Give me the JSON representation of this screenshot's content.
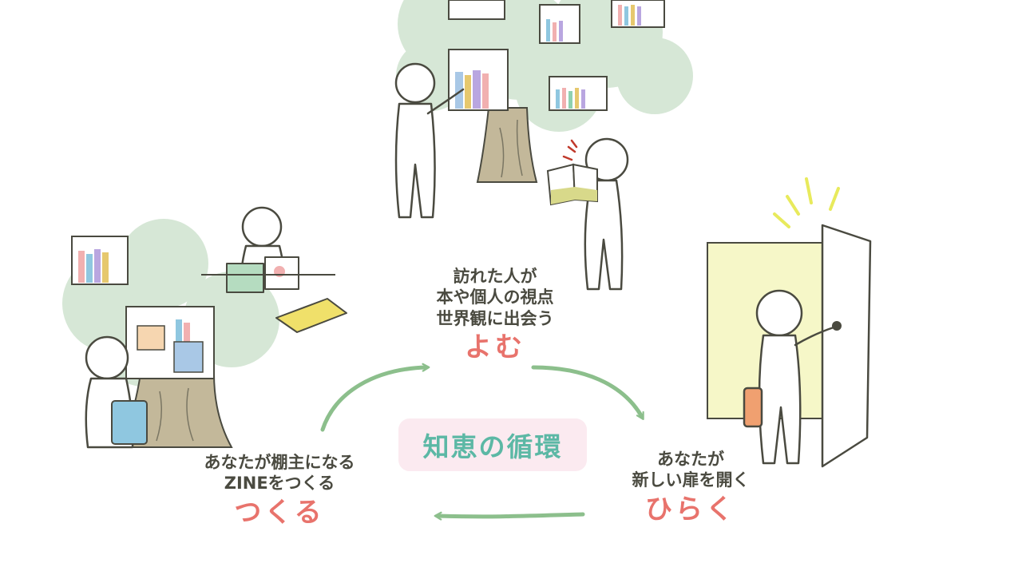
{
  "colors": {
    "ink": "#4a4a40",
    "verb_accent": "#e8736c",
    "cycle_arrow": "#8cbf8c",
    "foliage": "#cfe3cf",
    "trunk": "#c3b89a",
    "door_glow": "#f6f7c8",
    "badge_background": "#fbeaf0",
    "badge_text": "#5cb8a5",
    "spark": "#e8ea5c"
  },
  "icons": [
    "tree-bookshelf-icon",
    "person-icon",
    "open-book-icon",
    "door-icon",
    "cycle-arrow-icon"
  ],
  "cycle": {
    "yomu": {
      "lines": [
        "訪れた人が",
        "本や個人の視点",
        "世界観に出会う"
      ],
      "verb": "よむ"
    },
    "hiraku": {
      "lines": [
        "あなたが",
        "新しい扉を開く"
      ],
      "verb": "ひらく"
    },
    "tsukuru": {
      "lines": [
        "あなたが棚主になる",
        "ZINEをつくる"
      ],
      "verb": "つくる"
    }
  },
  "center_label": "知恵の循環"
}
